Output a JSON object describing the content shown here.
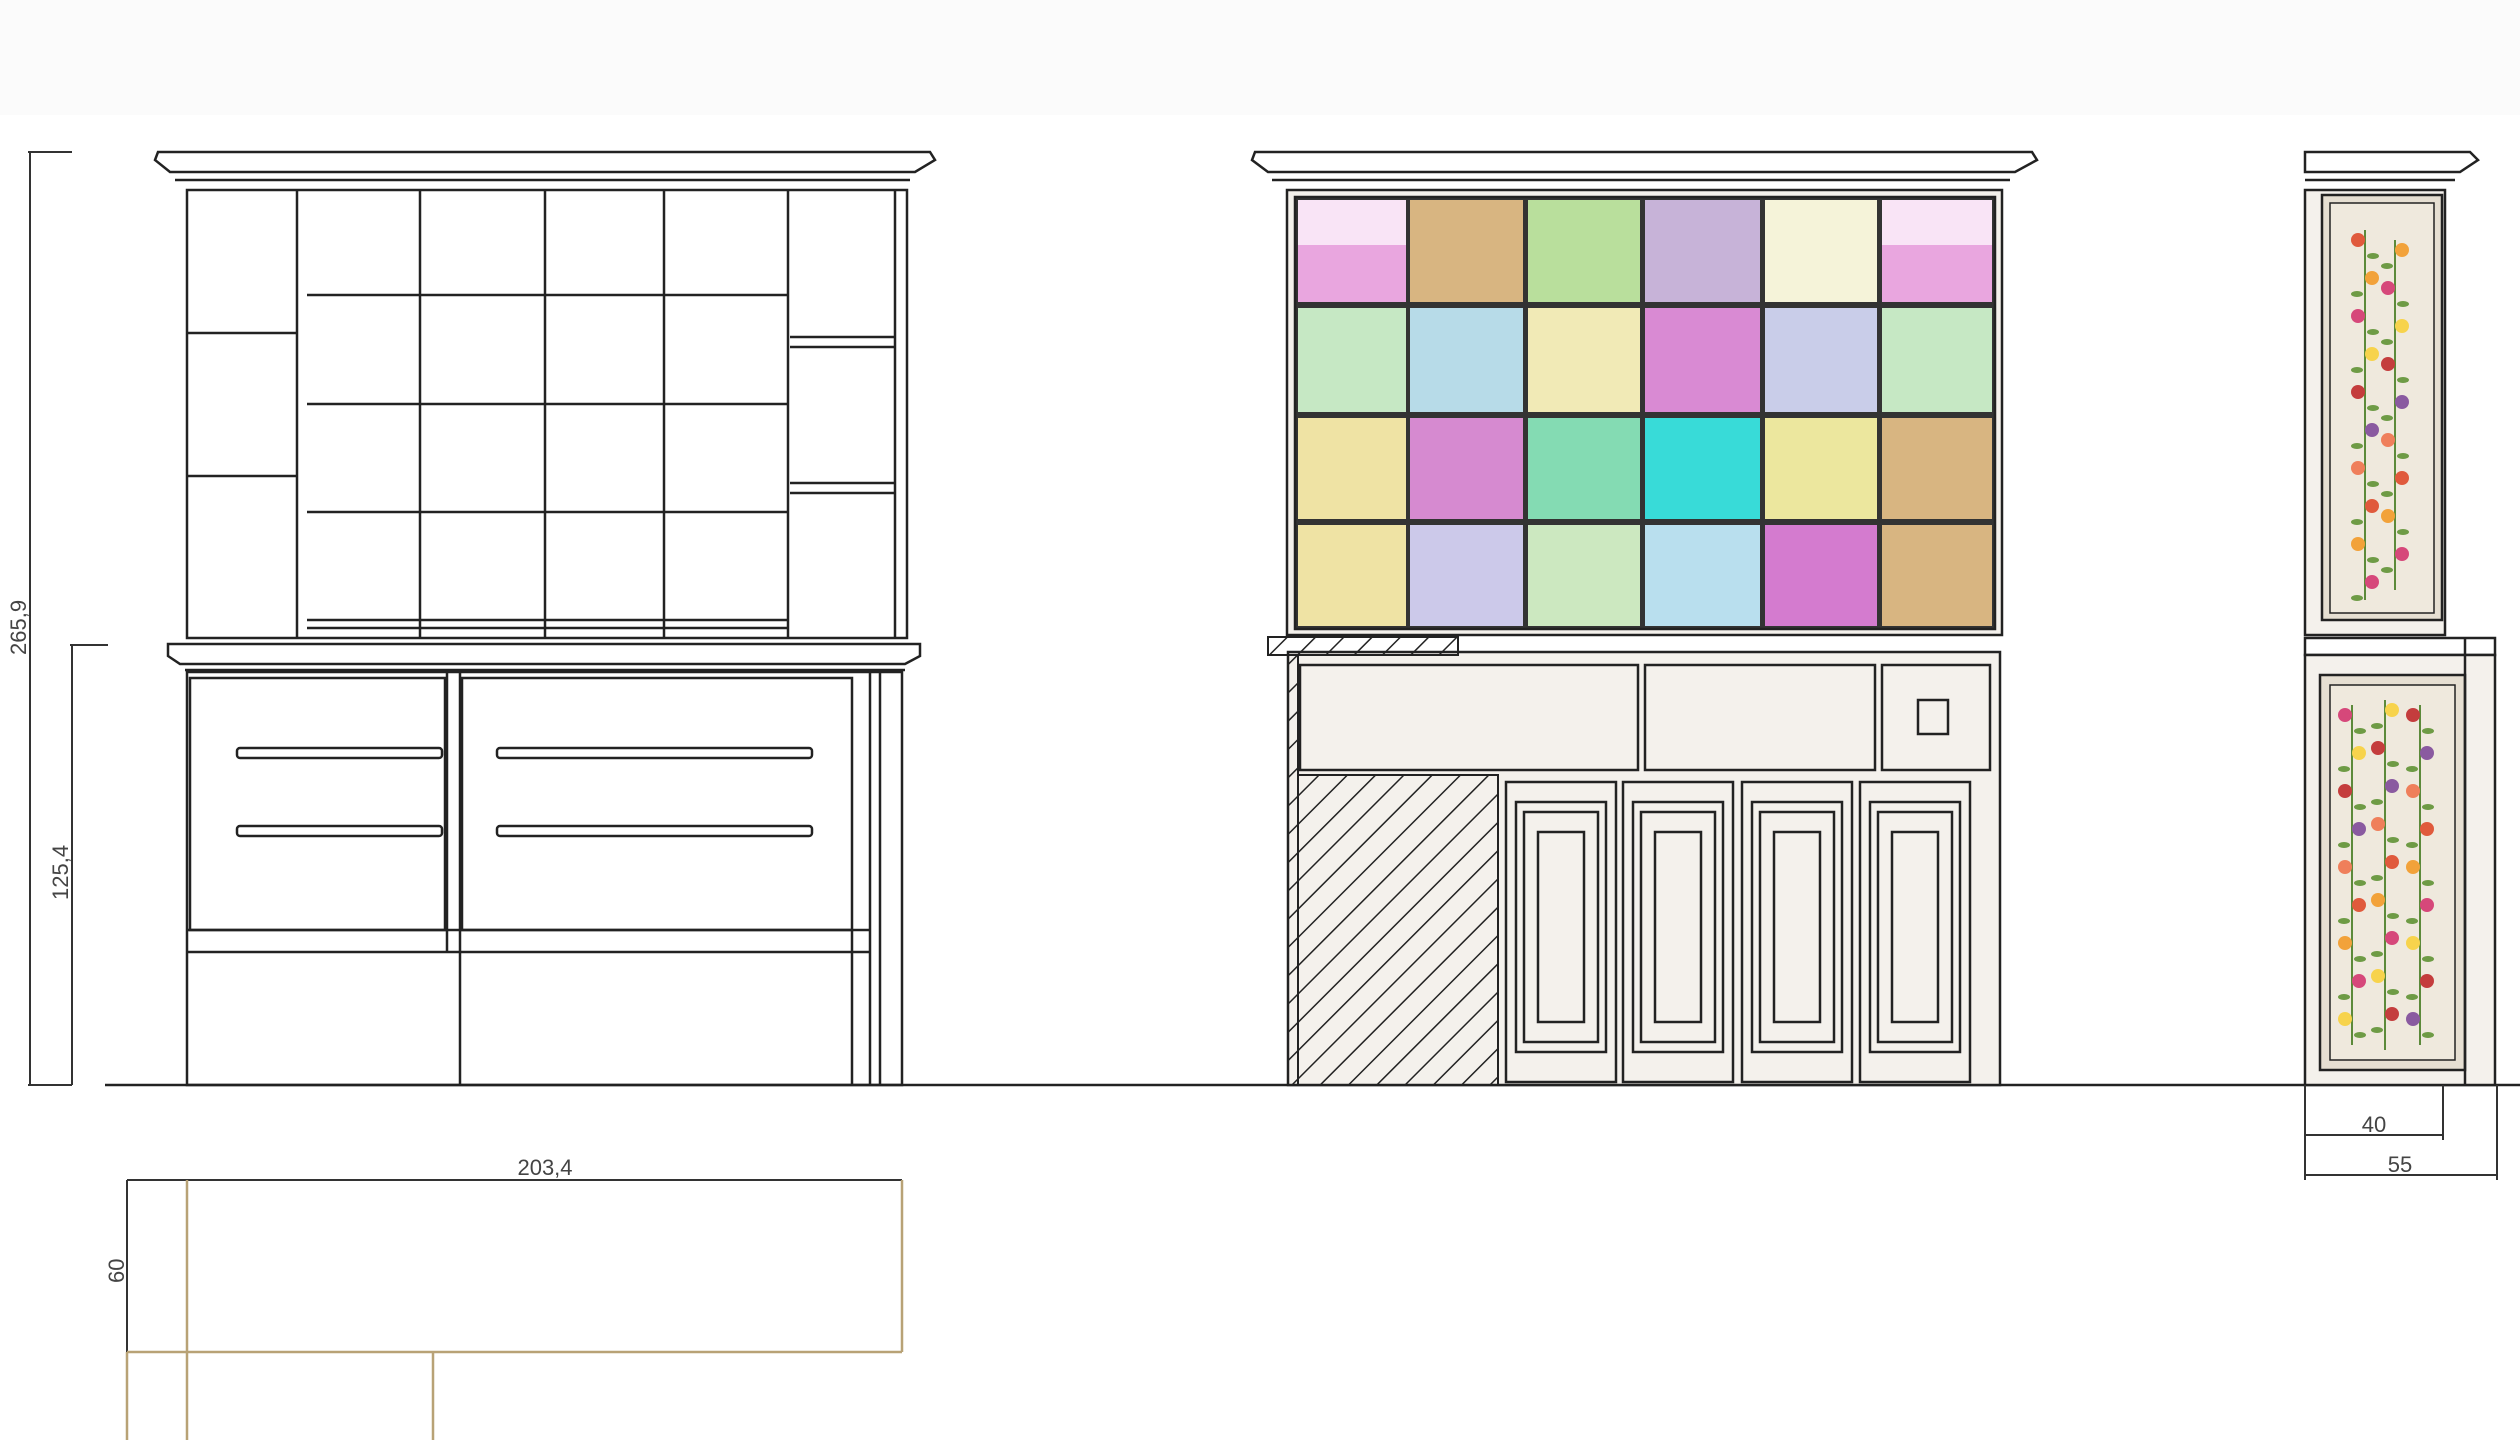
{
  "dimensions": {
    "total_height": "265,9",
    "base_height": "125,4",
    "width": "203,4",
    "plan_depth": "60",
    "side_depth_inner": "40",
    "side_depth_outer": "55"
  },
  "tile_colors": [
    [
      "#e9a6df",
      "#d8b581",
      "#b9df9c",
      "#c7b3d8",
      "#f5f3d9",
      "#e9a6df"
    ],
    [
      "#c6e8c4",
      "#b7dbe8",
      "#f1eab6",
      "#d98ad3",
      "#c9cde9",
      "#c6e8c4"
    ],
    [
      "#efe3a4",
      "#d68ad0",
      "#84dbb3",
      "#38dbd8",
      "#ece79e",
      "#d8b581"
    ],
    [
      "#efe3a4",
      "#ccc9ea",
      "#cce8c0",
      "#b9dfee",
      "#d47bcf",
      "#d8b581"
    ]
  ],
  "colors": {
    "line": "#222222",
    "panel_fill": "#f4f1ec",
    "plan_line": "#b8a276",
    "inset_panel": "#e6dfd2"
  }
}
